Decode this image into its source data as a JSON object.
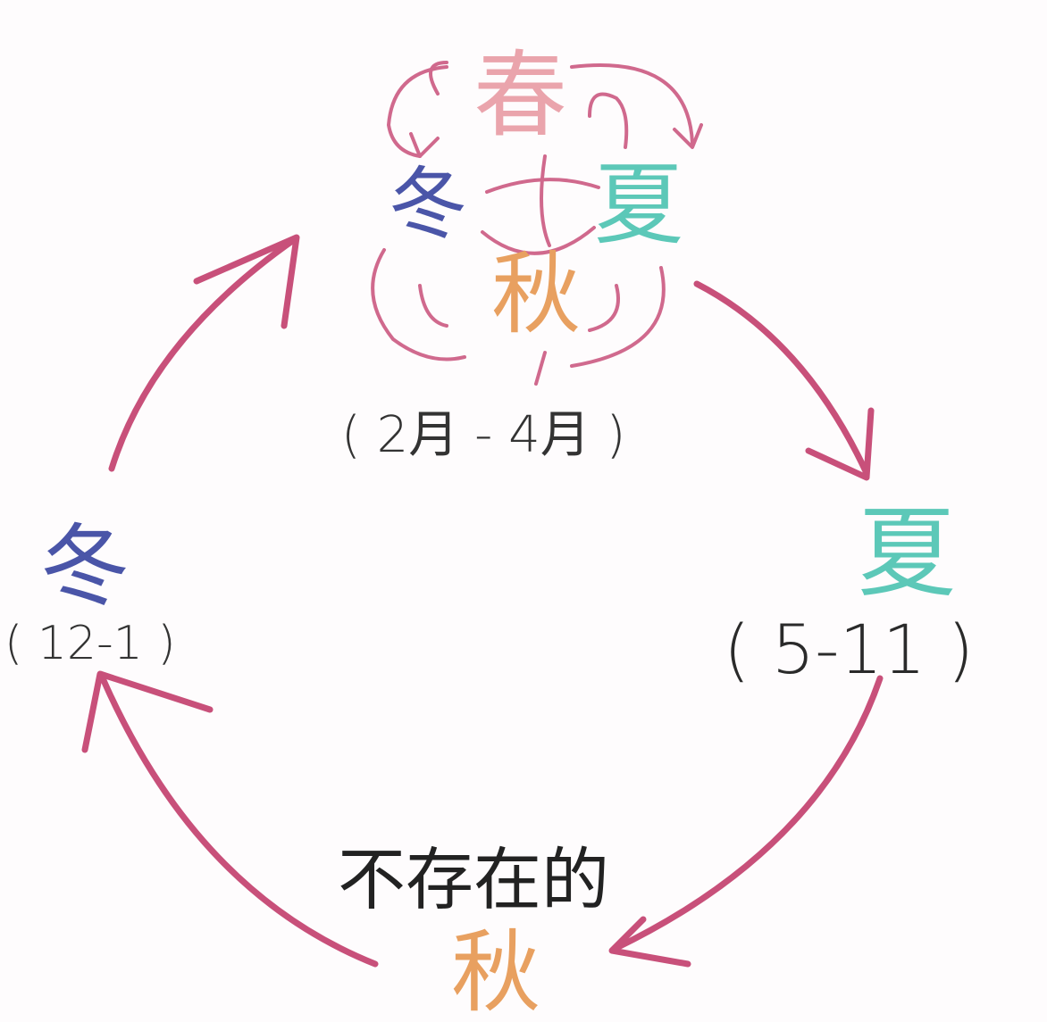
{
  "top_cluster": {
    "spring": "春",
    "winter": "冬",
    "summer": "夏",
    "autumn": "秋",
    "range": "( 2月 - 4月 )"
  },
  "right": {
    "season": "夏",
    "range": "( 5-11 )"
  },
  "left": {
    "season": "冬",
    "range": "( 12-1 )"
  },
  "bottom": {
    "caption": "不存在的",
    "season": "秋"
  },
  "colors": {
    "arrow": "#c8507a",
    "spring": "#e8a0a8",
    "winter": "#4a55a8",
    "summer": "#5cc8b8",
    "autumn": "#e8a060"
  }
}
